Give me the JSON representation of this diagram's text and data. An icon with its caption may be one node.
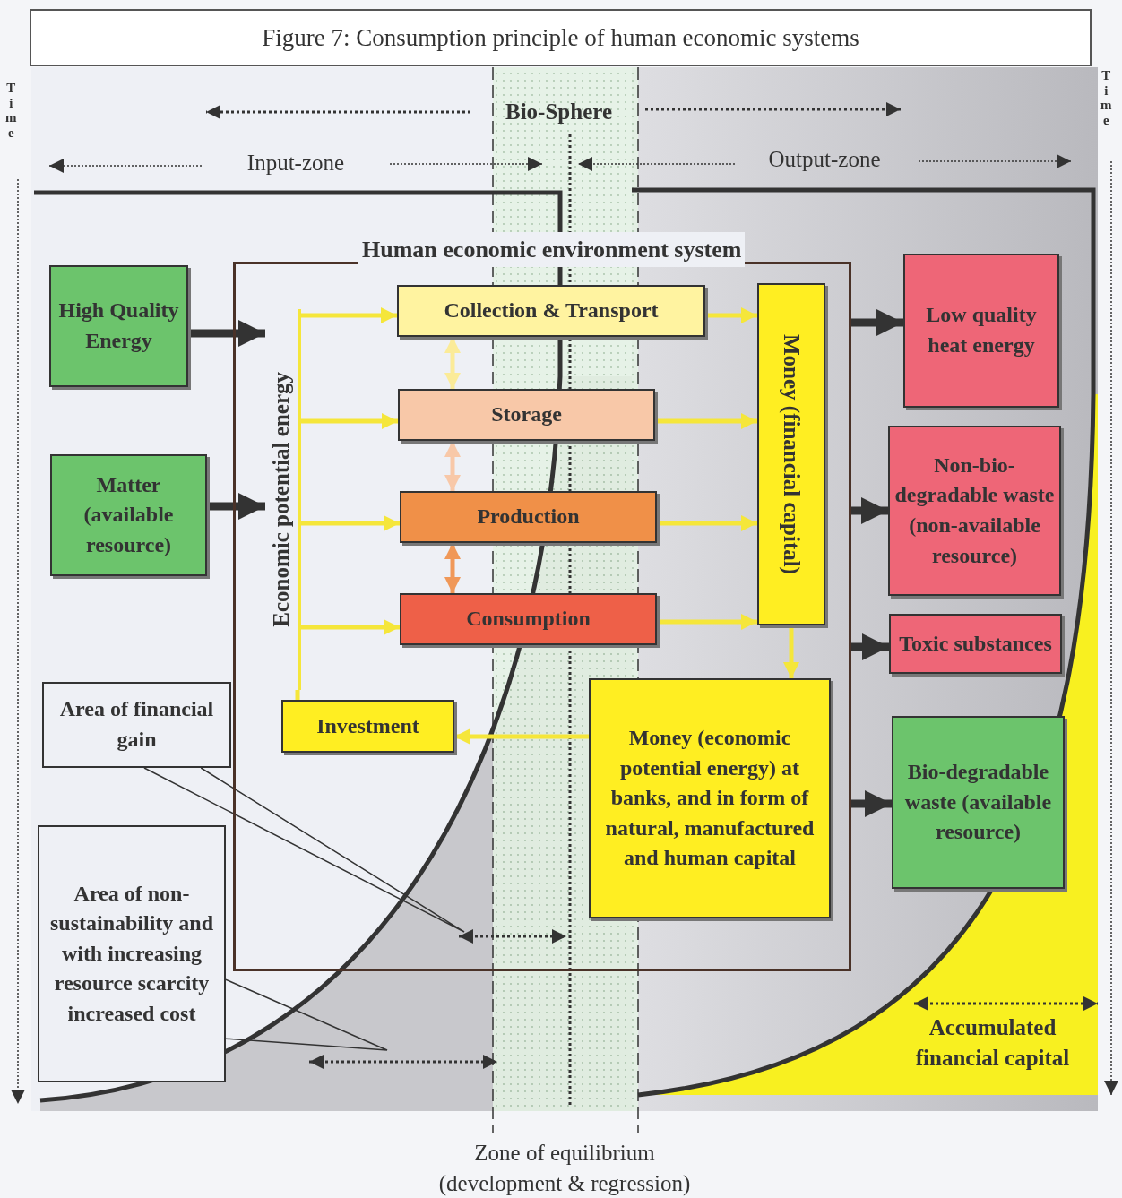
{
  "diagram": {
    "title": "Figure 7: Consumption principle of human economic systems",
    "nodes": [
      {
        "text": [
          "Human economic environment system"
        ]
      },
      {
        "text": [
          "High Quality Energy"
        ]
      },
      {
        "text": [
          "Matter (available resource)"
        ]
      },
      {
        "text": [
          "Economic potential energy"
        ],
        "in": 0
      },
      {
        "text": [
          "Collection & Transport"
        ],
        "in": 0
      },
      {
        "text": [
          "Storage"
        ],
        "in": 0
      },
      {
        "text": [
          "Production"
        ],
        "in": 0
      },
      {
        "text": [
          "Consumption"
        ],
        "in": 0
      },
      {
        "text": [
          "Money (financial capital)"
        ],
        "in": 0
      },
      {
        "text": [
          "Money (economic potential energy) at banks, and in form of natural, manufactured and human capital"
        ],
        "in": 0
      },
      {
        "text": [
          "Investment"
        ],
        "in": 0
      },
      {
        "text": [
          "Low quality heat energy"
        ]
      },
      {
        "text": [
          "Non-bio-degradable waste (non-available resource)"
        ]
      },
      {
        "text": [
          "Toxic substances"
        ]
      },
      {
        "text": [
          "Bio-degradable waste (available resource)"
        ]
      },
      {
        "text": [
          "Area of financial gain"
        ]
      },
      {
        "text": [
          "Area of non-sustainability and with increasing resource scarcity increased cost"
        ]
      }
    ],
    "edges": [
      {
        "from": 1,
        "to": 3,
        "arrow": "to",
        "style": "thick",
        "color": "#333333"
      },
      {
        "from": 2,
        "to": 3,
        "arrow": "to",
        "style": "thick",
        "color": "#333333"
      },
      {
        "from": 3,
        "to": 4,
        "arrow": "to"
      },
      {
        "from": 3,
        "to": 5,
        "arrow": "to"
      },
      {
        "from": 3,
        "to": 6,
        "arrow": "to"
      },
      {
        "from": 3,
        "to": 7,
        "arrow": "to"
      },
      {
        "from": 4,
        "to": 5,
        "arrow": "both",
        "color": "#fbeb98"
      },
      {
        "from": 5,
        "to": 6,
        "arrow": "both",
        "color": "#f8c8a8"
      },
      {
        "from": 6,
        "to": 7,
        "arrow": "both",
        "color": "#f09858"
      },
      {
        "from": 4,
        "to": 8,
        "arrow": "to"
      },
      {
        "from": 5,
        "to": 8,
        "arrow": "to"
      },
      {
        "from": 6,
        "to": 8,
        "arrow": "to"
      },
      {
        "from": 7,
        "to": 8,
        "arrow": "to"
      },
      {
        "from": 8,
        "to": 9,
        "arrow": "to"
      },
      {
        "from": 9,
        "to": 10,
        "arrow": "to"
      },
      {
        "from": 10,
        "to": 3,
        "arrow": "none"
      },
      {
        "from": 0,
        "to": 11,
        "arrow": "to",
        "style": "thick",
        "color": "#333333"
      },
      {
        "from": 0,
        "to": 12,
        "arrow": "to",
        "style": "thick",
        "color": "#333333"
      },
      {
        "from": 0,
        "to": 13,
        "arrow": "to",
        "style": "thick",
        "color": "#333333"
      },
      {
        "from": 0,
        "to": 14,
        "arrow": "to",
        "style": "thick",
        "color": "#333333"
      },
      {
        "from": 15,
        "to": null,
        "arrow": "none",
        "color": "#333333"
      },
      {
        "from": 16,
        "to": null,
        "arrow": "none",
        "color": "#333333"
      }
    ],
    "labels": [
      "Time",
      "Bio-Sphere",
      "Time",
      "Input-zone",
      "Output-zone",
      "Accumulated financial capital",
      "Zone of equilibrium (development & regression)"
    ]
  }
}
